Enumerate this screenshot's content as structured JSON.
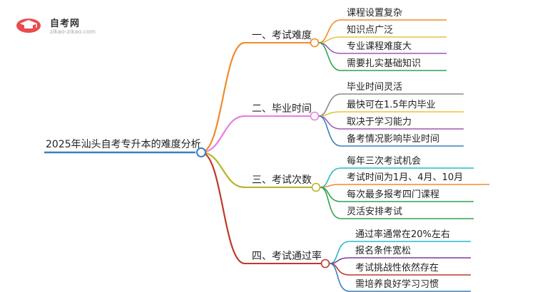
{
  "logo": {
    "name": "自考网",
    "url": "zikao-zikao.com"
  },
  "root": {
    "label": "2025年汕头自考专升本的难度分析",
    "color": "#3a7fc0"
  },
  "branches": [
    {
      "label": "一、考试难度",
      "color": "#f08a2a",
      "leaves": [
        {
          "label": "课程设置复杂",
          "color": "#f08a2a"
        },
        {
          "label": "知识点广泛",
          "color": "#e8c43a"
        },
        {
          "label": "专业课程难度大",
          "color": "#9b59b6"
        },
        {
          "label": "需要扎实基础知识",
          "color": "#2ea44f"
        }
      ]
    },
    {
      "label": "二、毕业时间",
      "color": "#e77ee0",
      "leaves": [
        {
          "label": "毕业时间灵活",
          "color": "#888888"
        },
        {
          "label": "最快可在1.5年内毕业",
          "color": "#e8c43a"
        },
        {
          "label": "取决于学习能力",
          "color": "#9b59b6"
        },
        {
          "label": "备考情况影响毕业时间",
          "color": "#3a7fc0"
        }
      ]
    },
    {
      "label": "三、考试次数",
      "color": "#b8b42a",
      "leaves": [
        {
          "label": "每年三次考试机会",
          "color": "#2ab8c8"
        },
        {
          "label": "考试时间为1月、4月、10月",
          "color": "#f08a2a"
        },
        {
          "label": "每次最多报考四门课程",
          "color": "#2ea44f"
        },
        {
          "label": "灵活安排考试",
          "color": "#2ea44f"
        }
      ]
    },
    {
      "label": "四、考试通过率",
      "color": "#c0392b",
      "leaves": [
        {
          "label": "通过率通常在20%左右",
          "color": "#2ab8c8"
        },
        {
          "label": "报名条件宽松",
          "color": "#7d3c98"
        },
        {
          "label": "考试挑战性依然存在",
          "color": "#c0392b"
        },
        {
          "label": "需培养良好学习习惯",
          "color": "#3a7fc0"
        }
      ]
    }
  ]
}
